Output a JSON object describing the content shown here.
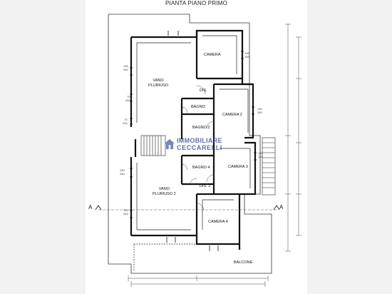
{
  "plan": {
    "title": "PIANTA PIANO PRIMO",
    "rooms": [
      {
        "id": "camera-1",
        "label": "CAMERA"
      },
      {
        "id": "vano-pluriuso",
        "label": "VANO\nPLURIUSO"
      },
      {
        "id": "dis",
        "label": "DIS."
      },
      {
        "id": "bagno",
        "label": "BAGNO"
      },
      {
        "id": "camera-2",
        "label": "CAMERA 2"
      },
      {
        "id": "bagno-2",
        "label": "BAGNO 2"
      },
      {
        "id": "camera-3",
        "label": "CAMERA 3"
      },
      {
        "id": "bagno-4",
        "label": "BAGNO 4"
      },
      {
        "id": "vano-pluriuso-2",
        "label": "VANO\nPLURIUSO 2"
      },
      {
        "id": "dis-2",
        "label": "DIS. 2"
      },
      {
        "id": "camera-4",
        "label": "CAMERA 4"
      },
      {
        "id": "balcone",
        "label": "BALCONE"
      }
    ],
    "section_marker": "A",
    "window_dims": [
      "105\n240",
      "70\n240",
      "70\n240",
      "130\n240",
      "105\n240",
      "130\n150",
      "130\n150",
      "130\n150"
    ],
    "watermark": {
      "line1": "IMMOBILIARE",
      "line2": "CECCARELLI"
    },
    "colors": {
      "wall": "#111111",
      "dim_line": "#444444",
      "watermark": "#2a3f8f",
      "sheet": "#ffffff",
      "background": "#f2f2f2"
    }
  }
}
